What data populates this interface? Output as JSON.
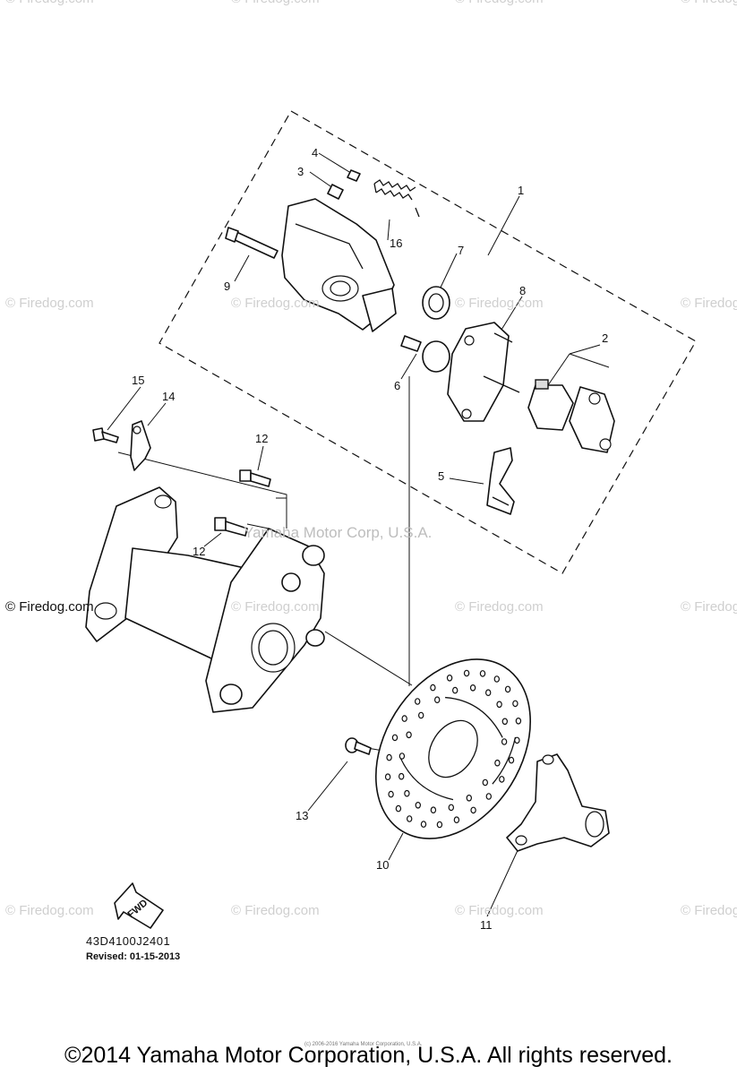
{
  "watermarks": {
    "brand": "© Firedog.com",
    "center": "Yamaha Motor Corp, U.S.A."
  },
  "callouts": {
    "c1": "1",
    "c2": "2",
    "c3": "3",
    "c4": "4",
    "c5": "5",
    "c6": "6",
    "c7": "7",
    "c8": "8",
    "c9": "9",
    "c10": "10",
    "c11": "11",
    "c12a": "12",
    "c12b": "12",
    "c13": "13",
    "c14": "14",
    "c15": "15",
    "c16": "16"
  },
  "arrow_label": "FWD",
  "part_code": "43D4100J2401",
  "revised": "Revised: 01-15-2013",
  "tiny_copyright": "(c) 2006-2016 Yamaha Motor Corporation, U.S.A.",
  "copyright": "©2014 Yamaha Motor Corporation, U.S.A. All rights reserved."
}
